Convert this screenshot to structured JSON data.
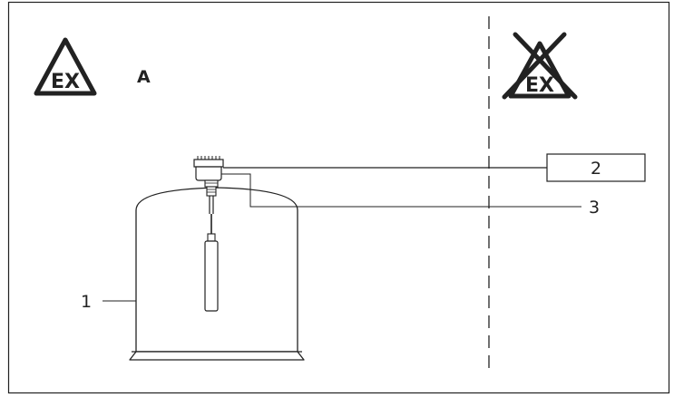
{
  "zone_label": "A",
  "ex_symbol": {
    "text": "EX",
    "icon_safe": "ex-hazard-icon",
    "icon_unsafe": "ex-hazard-crossed-icon"
  },
  "callouts": {
    "tank": "1",
    "unit": "2",
    "cable": "3"
  },
  "colors": {
    "line": "#222222",
    "background": "#ffffff"
  }
}
